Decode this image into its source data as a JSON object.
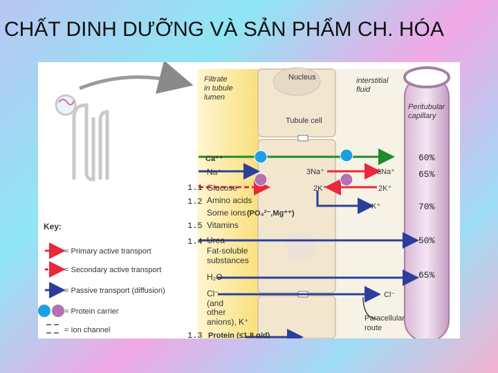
{
  "title": "CHẤT DINH DƯỠNG VÀ SẢN PHẨM CH. HÓA",
  "figure": {
    "labels": {
      "filtrate": [
        "Filtrate",
        "in tubule",
        "lumen"
      ],
      "nucleus": "Nucleus",
      "interstitial": [
        "interstitial",
        "fluid"
      ],
      "peritubular": [
        "Peritubular",
        "capillary"
      ],
      "tubule_cell": "Tubule cell",
      "paracellular": [
        "Paracellular",
        "route"
      ]
    },
    "solutes": {
      "ca": "Ca⁺⁺",
      "na": "Na⁺",
      "glucose": "Glucose",
      "amino": "Amino acids",
      "ions": "Some ions",
      "ions_note": "(PO₄²⁻,Mg⁺⁺)",
      "vitamins": "Vitamins",
      "urea": "Urea",
      "fat1": "Fat-soluble",
      "fat2": "substances",
      "h2o": "H₂O",
      "cl": "Cl⁻",
      "and": "(and",
      "other": "other",
      "anions": "anions), K⁺",
      "protein": "Protein (≤1.8 g/d)"
    },
    "cell_labels": {
      "na3_mid": "3Na⁺",
      "na3_right": "3Na⁺",
      "k2_mid": "2K⁺",
      "k2_right": "2K⁺",
      "k_out": "K⁺",
      "cl_right": "Cl⁻"
    },
    "numbers": {
      "n11": "1.1",
      "n12": "1.2",
      "n15": "1.5",
      "n14": "1.4",
      "n13": "1.3"
    },
    "percents": {
      "p60": "60%",
      "p65a": "65%",
      "p70": "70%",
      "p50": "50%",
      "p65b": "65%"
    },
    "key": {
      "title": "Key:",
      "primary": "= Primary active transport",
      "secondary": "= Secondary active transport",
      "passive": "= Passive transport (diffusion)",
      "carrier": "= Protein carrier",
      "channel": "= Ion channel"
    }
  },
  "colors": {
    "red": "#e8283c",
    "blue": "#2b3f9a",
    "green": "#1e8a2a",
    "carrier_blue": "#1ea0e0",
    "carrier_purple": "#b471b4",
    "lumen": "#fbe58c",
    "cell": "#f3e6cf"
  }
}
